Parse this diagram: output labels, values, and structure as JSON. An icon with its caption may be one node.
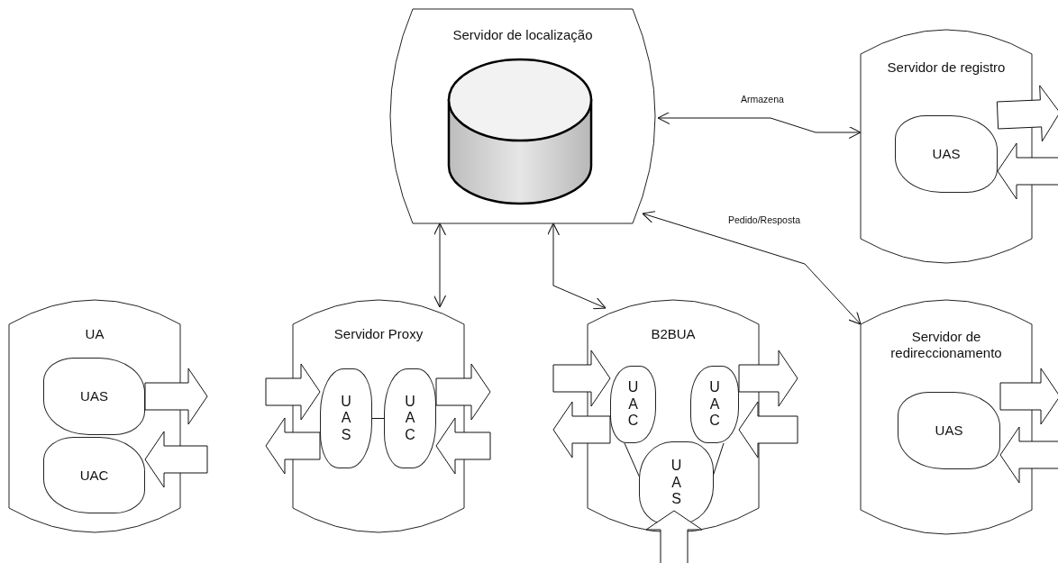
{
  "diagram": {
    "nodes": [
      {
        "text": [
          "Servidor de localização"
        ]
      },
      {
        "text": [
          "Servidor de registro"
        ]
      },
      {
        "text": [
          "UAS"
        ],
        "in": 1
      },
      {
        "text": [
          "UA"
        ]
      },
      {
        "text": [
          "UAS"
        ],
        "in": 3
      },
      {
        "text": [
          "UAC"
        ],
        "in": 3
      },
      {
        "text": [
          "Servidor Proxy"
        ]
      },
      {
        "text": [
          "U A S"
        ],
        "in": 6
      },
      {
        "text": [
          "U A C"
        ],
        "in": 6
      },
      {
        "text": [
          "B2BUA"
        ]
      },
      {
        "text": [
          "U A C"
        ],
        "in": 9
      },
      {
        "text": [
          "U A C"
        ],
        "in": 9
      },
      {
        "text": [
          "U A S"
        ],
        "in": 9
      },
      {
        "text": [
          "Servidor de redireccionamento"
        ]
      },
      {
        "text": [
          "UAS"
        ],
        "in": 13
      }
    ],
    "edges": [
      {
        "from": 0,
        "to": 1,
        "arrow": "both",
        "label": "Armazena"
      },
      {
        "from": 0,
        "to": 13,
        "arrow": "both",
        "label": "Pedido/Resposta"
      },
      {
        "from": 0,
        "to": 6,
        "arrow": "both"
      },
      {
        "from": 0,
        "to": 9,
        "arrow": "both"
      },
      {
        "from": 7,
        "to": 8,
        "arrow": "none"
      },
      {
        "from": 10,
        "to": 12,
        "arrow": "none"
      },
      {
        "from": 11,
        "to": 12,
        "arrow": "none"
      },
      {
        "from": 4,
        "to": null,
        "arrow": "to",
        "style": "thick"
      },
      {
        "from": null,
        "to": 5,
        "arrow": "to",
        "style": "thick"
      },
      {
        "from": null,
        "to": 7,
        "arrow": "to",
        "style": "thick"
      },
      {
        "from": 7,
        "to": null,
        "arrow": "to",
        "style": "thick"
      },
      {
        "from": 8,
        "to": null,
        "arrow": "to",
        "style": "thick"
      },
      {
        "from": null,
        "to": 8,
        "arrow": "to",
        "style": "thick"
      },
      {
        "from": null,
        "to": 10,
        "arrow": "to",
        "style": "thick"
      },
      {
        "from": 10,
        "to": null,
        "arrow": "to",
        "style": "thick"
      },
      {
        "from": 11,
        "to": null,
        "arrow": "to",
        "style": "thick"
      },
      {
        "from": null,
        "to": 11,
        "arrow": "to",
        "style": "thick"
      },
      {
        "from": null,
        "to": 12,
        "arrow": "to",
        "style": "thick"
      },
      {
        "from": 2,
        "to": null,
        "arrow": "to",
        "style": "thick"
      },
      {
        "from": null,
        "to": 2,
        "arrow": "to",
        "style": "thick"
      },
      {
        "from": 14,
        "to": null,
        "arrow": "to",
        "style": "thick"
      },
      {
        "from": null,
        "to": 14,
        "arrow": "to",
        "style": "thick"
      }
    ]
  }
}
